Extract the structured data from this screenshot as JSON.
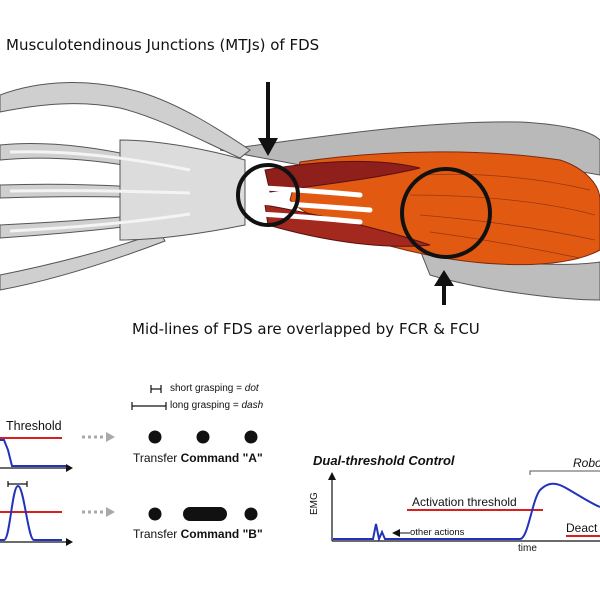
{
  "anatomy": {
    "top_caption": "Musculotendinous Junctions (MTJs) of FDS",
    "bottom_caption": "Mid-lines of FDS are overlapped by FCR & FCU"
  },
  "legend": {
    "dot_prefix": "short grasping = ",
    "dot_term": "dot",
    "dash_prefix": "long  grasping = ",
    "dash_term": "dash"
  },
  "morse": {
    "threshold_label": "Threshold",
    "transfer_word": "Transfer",
    "command_a": "Command \"A\"",
    "command_b": "Command \"B\""
  },
  "dual": {
    "title": "Dual-threshold Control",
    "y_axis": "EMG",
    "x_axis": "time",
    "activation": "Activation threshold",
    "other_actions": "other actions",
    "robo_fragment": "Robo",
    "deact_fragment": "Deact"
  },
  "colors": {
    "threshold_line": "#d62020",
    "signal_line": "#2233bb",
    "muscle": "#e25a12",
    "muscle_dark": "#8f1f1a",
    "bone": "#c8c8c8"
  }
}
